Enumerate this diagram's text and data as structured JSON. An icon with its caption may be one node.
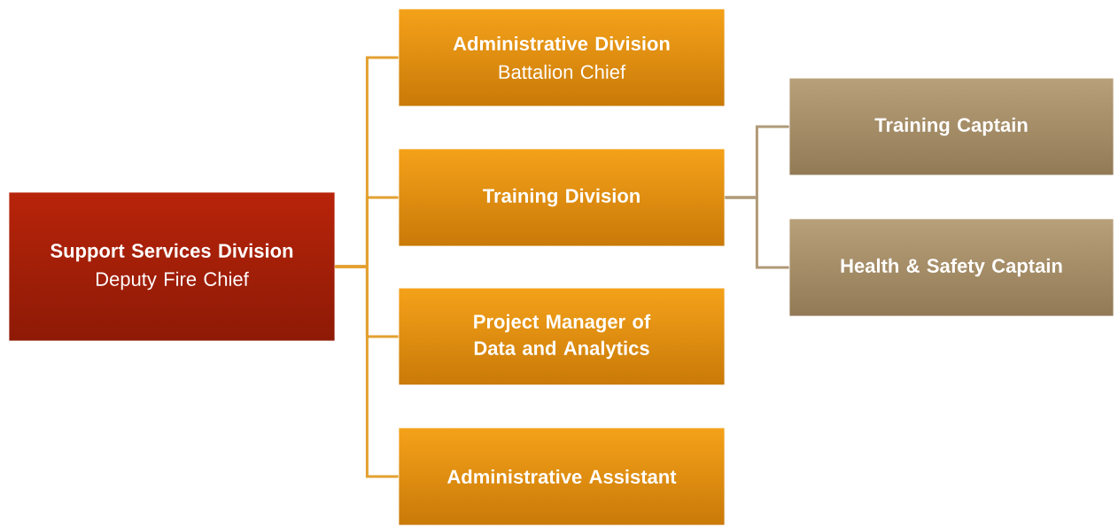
{
  "diagram": {
    "nodes": [
      {
        "text": [
          "Support Services Division",
          "Deputy Fire Chief"
        ]
      },
      {
        "text": [
          "Administrative Division",
          "Battalion Chief"
        ]
      },
      {
        "text": [
          "Training Division"
        ]
      },
      {
        "text": [
          "Project Manager of Data and Analytics"
        ]
      },
      {
        "text": [
          "Administrative Assistant"
        ]
      },
      {
        "text": [
          "Training Captain"
        ]
      },
      {
        "text": [
          "Health & Safety Captain"
        ]
      }
    ],
    "edges": [
      {
        "from": 0,
        "to": 1,
        "arrow": "none"
      },
      {
        "from": 0,
        "to": 2,
        "arrow": "none"
      },
      {
        "from": 0,
        "to": 3,
        "arrow": "none"
      },
      {
        "from": 0,
        "to": 4,
        "arrow": "none"
      },
      {
        "from": 2,
        "to": 5,
        "arrow": "none",
        "color": "#b09a78"
      },
      {
        "from": 2,
        "to": 6,
        "arrow": "none",
        "color": "#b09a78"
      }
    ]
  }
}
